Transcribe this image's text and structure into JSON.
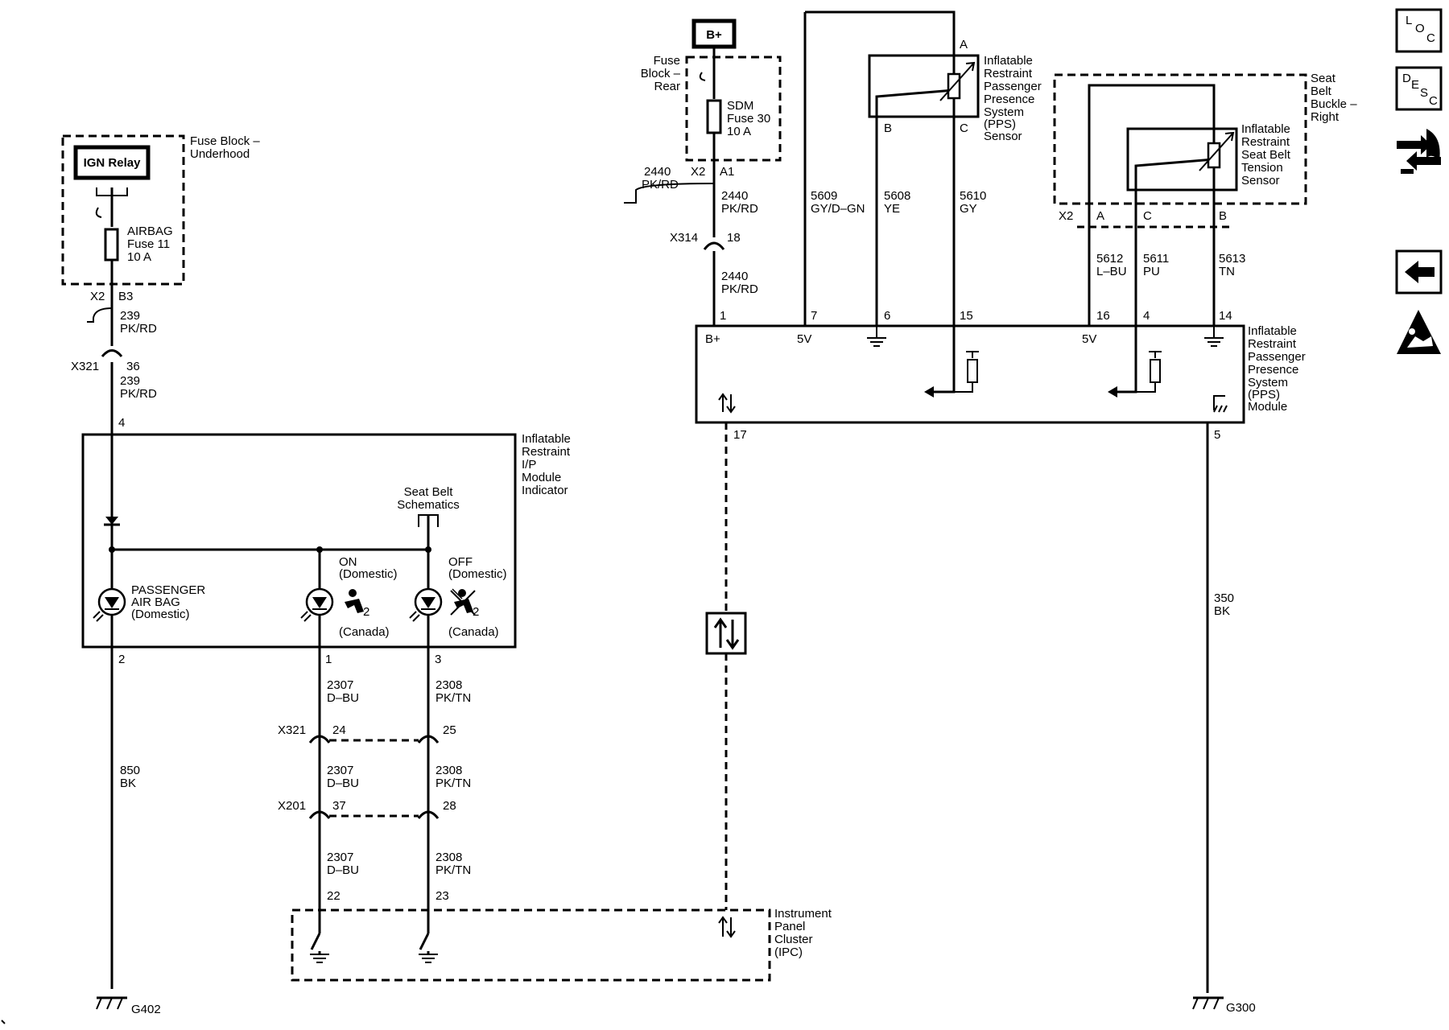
{
  "components": {
    "fuse_block_underhood": {
      "name": [
        "Fuse Block –",
        "Underhood"
      ],
      "relay": "IGN Relay",
      "fuse": [
        "AIRBAG",
        "Fuse 11",
        "10 A"
      ]
    },
    "fuse_block_rear": {
      "name": [
        "Fuse",
        "Block –",
        "Rear"
      ],
      "fuse": [
        "SDM",
        "Fuse 30",
        "10 A"
      ],
      "supply": "B+"
    },
    "ip_module": {
      "name": [
        "Inflatable",
        "Restraint",
        "I/P",
        "Module",
        "Indicator"
      ],
      "seatbelt_ref": [
        "Seat Belt",
        "Schematics"
      ],
      "passenger_airbag": [
        "PASSENGER",
        "AIR BAG",
        "(Domestic)"
      ],
      "on_label": [
        "ON",
        "(Domestic)"
      ],
      "off_label": [
        "OFF",
        "(Domestic)"
      ],
      "canada": "(Canada)",
      "icon_sub": "2"
    },
    "pps_sensor": {
      "name": [
        "Inflatable",
        "Restraint",
        "Passenger",
        "Presence",
        "System",
        "(PPS)",
        "Sensor"
      ]
    },
    "buckle": {
      "name": [
        "Seat",
        "Belt",
        "Buckle –",
        "Right"
      ]
    },
    "tension_sensor": {
      "name": [
        "Inflatable",
        "Restraint",
        "Seat Belt",
        "Tension",
        "Sensor"
      ]
    },
    "pps_module": {
      "name": [
        "Inflatable",
        "Restraint",
        "Passenger",
        "Presence",
        "System",
        "(PPS)",
        "Module"
      ],
      "bplus": "B+",
      "v1": "5V",
      "v2": "5V"
    },
    "ipc": {
      "name": [
        "Instrument",
        "Panel",
        "Cluster",
        "(IPC)"
      ]
    }
  },
  "grounds": {
    "left": "G402",
    "right": "G300"
  },
  "connectors": {
    "x2": "X2",
    "x321": "X321",
    "x201": "X201",
    "x314": "X314"
  },
  "pins": {
    "b3": "B3",
    "a1": "A1",
    "p36": "36",
    "p18": "18",
    "p4": "4",
    "p2": "2",
    "p1": "1",
    "p3": "3",
    "p24": "24",
    "p25": "25",
    "p37": "37",
    "p28": "28",
    "p22": "22",
    "p23": "23",
    "m1": "1",
    "m7": "7",
    "m6": "6",
    "m15": "15",
    "m16": "16",
    "m4": "4",
    "m14": "14",
    "m17": "17",
    "m5": "5",
    "sa": "A",
    "sb": "B",
    "sc": "C",
    "ba": "A",
    "bc": "C",
    "bb": "B"
  },
  "wires": {
    "w239": [
      "239",
      "PK/RD"
    ],
    "w850": [
      "850",
      "BK"
    ],
    "w2307": [
      "2307",
      "D–BU"
    ],
    "w2308": [
      "2308",
      "PK/TN"
    ],
    "w2440": [
      "2440",
      "PK/RD"
    ],
    "w5609": [
      "5609",
      "GY/D–GN"
    ],
    "w5608": [
      "5608",
      "YE"
    ],
    "w5610": [
      "5610",
      "GY"
    ],
    "w5612": [
      "5612",
      "L–BU"
    ],
    "w5611": [
      "5611",
      "PU"
    ],
    "w5613": [
      "5613",
      "TN"
    ],
    "w350": [
      "350",
      "BK"
    ]
  },
  "nav": {
    "loc": [
      "L",
      "O",
      "C"
    ],
    "desc": [
      "D",
      "E",
      "S",
      "C"
    ]
  }
}
